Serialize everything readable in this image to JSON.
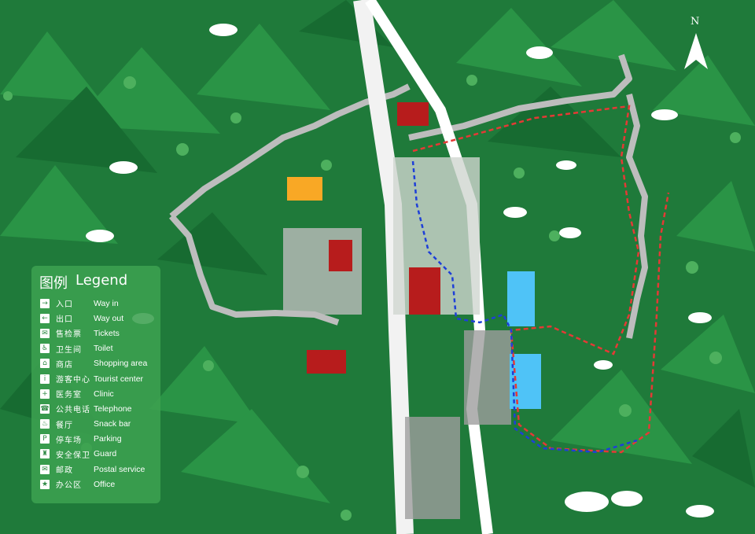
{
  "compass": {
    "label": "N",
    "icon": "north-arrow-icon"
  },
  "legend": {
    "title_zh": "图例",
    "title_en": "Legend",
    "items": [
      {
        "zh": "入口",
        "en": "Way in",
        "icon": "entrance-icon",
        "glyph": "→"
      },
      {
        "zh": "出口",
        "en": "Way out",
        "icon": "exit-icon",
        "glyph": "←"
      },
      {
        "zh": "售检票",
        "en": "Tickets",
        "icon": "ticket-icon",
        "glyph": "✉"
      },
      {
        "zh": "卫生间",
        "en": "Toilet",
        "icon": "toilet-icon",
        "glyph": "♿"
      },
      {
        "zh": "商店",
        "en": "Shopping area",
        "icon": "shop-icon",
        "glyph": "⌂"
      },
      {
        "zh": "游客中心",
        "en": "Tourist center",
        "icon": "info-icon",
        "glyph": "i"
      },
      {
        "zh": "医务室",
        "en": "Clinic",
        "icon": "clinic-icon",
        "glyph": "+"
      },
      {
        "zh": "公共电话",
        "en": "Telephone",
        "icon": "telephone-icon",
        "glyph": "☎"
      },
      {
        "zh": "餐厅",
        "en": "Snack bar",
        "icon": "restaurant-icon",
        "glyph": "♨"
      },
      {
        "zh": "停车场",
        "en": "Parking",
        "icon": "parking-icon",
        "glyph": "P"
      },
      {
        "zh": "安全保卫",
        "en": "Guard",
        "icon": "guard-icon",
        "glyph": "♜"
      },
      {
        "zh": "邮政",
        "en": "Postal service",
        "icon": "postal-icon",
        "glyph": "✉"
      },
      {
        "zh": "办公区",
        "en": "Office",
        "icon": "office-icon",
        "glyph": "★"
      }
    ]
  },
  "colors": {
    "background": "#1f7a3a",
    "mountain_light": "#2c9a4a",
    "mountain_dark": "#166a30",
    "road": "#ffffff",
    "wall": "#bfbfbf",
    "route_red": "#e53935",
    "route_blue": "#1e3fd8",
    "water": "#4fc3f7",
    "label": "#e8582a"
  }
}
